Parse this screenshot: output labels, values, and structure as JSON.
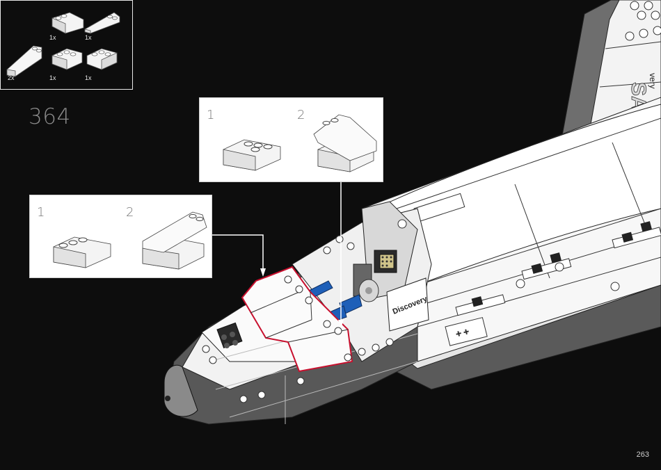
{
  "step": {
    "number": "364"
  },
  "page": {
    "number": "263"
  },
  "parts": [
    {
      "qty": "1x",
      "icon": "wedge-slope-brick-icon"
    },
    {
      "qty": "1x",
      "icon": "wedge-plate-icon"
    },
    {
      "qty": "2x",
      "icon": "long-wedge-brick-icon"
    },
    {
      "qty": "1x",
      "icon": "wedge-slope-brick-icon"
    },
    {
      "qty": "1x",
      "icon": "wedge-slope-brick-icon"
    }
  ],
  "callouts": [
    {
      "substeps": [
        "1",
        "2"
      ]
    },
    {
      "substeps": [
        "1",
        "2"
      ]
    }
  ],
  "model": {
    "decal_text": "Discovery",
    "logo_text": "SA",
    "tail_text": "very"
  },
  "colors": {
    "background": "#0d0d0d",
    "highlight": "#c8102e",
    "tile_blue": "#1e5fb8"
  }
}
